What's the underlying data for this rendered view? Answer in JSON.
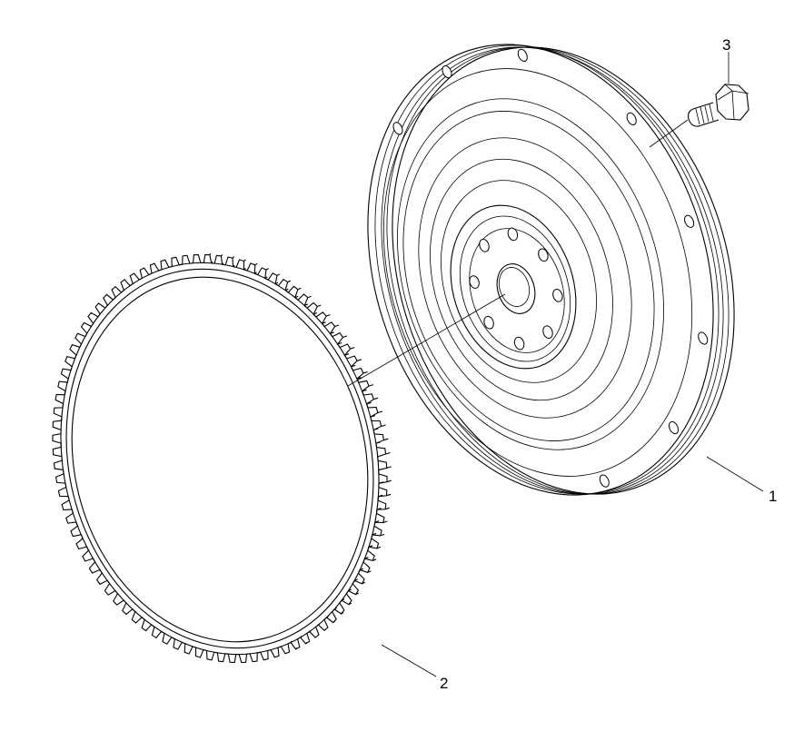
{
  "callouts": {
    "flywheel": "1",
    "ring_gear": "2",
    "bolt": "3"
  }
}
